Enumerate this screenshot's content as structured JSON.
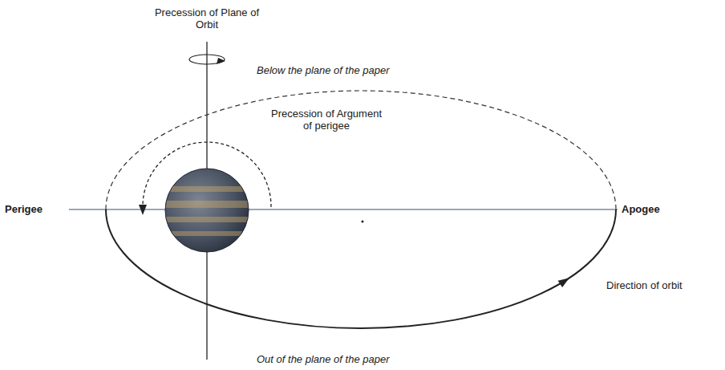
{
  "diagram": {
    "labels": [
      "Precession of Plane of Orbit",
      "Below the plane of the paper",
      "Precession of Argument of perigee",
      "Perigee",
      "Apogee",
      "Direction of orbit",
      "Out of the plane of the paper"
    ]
  }
}
